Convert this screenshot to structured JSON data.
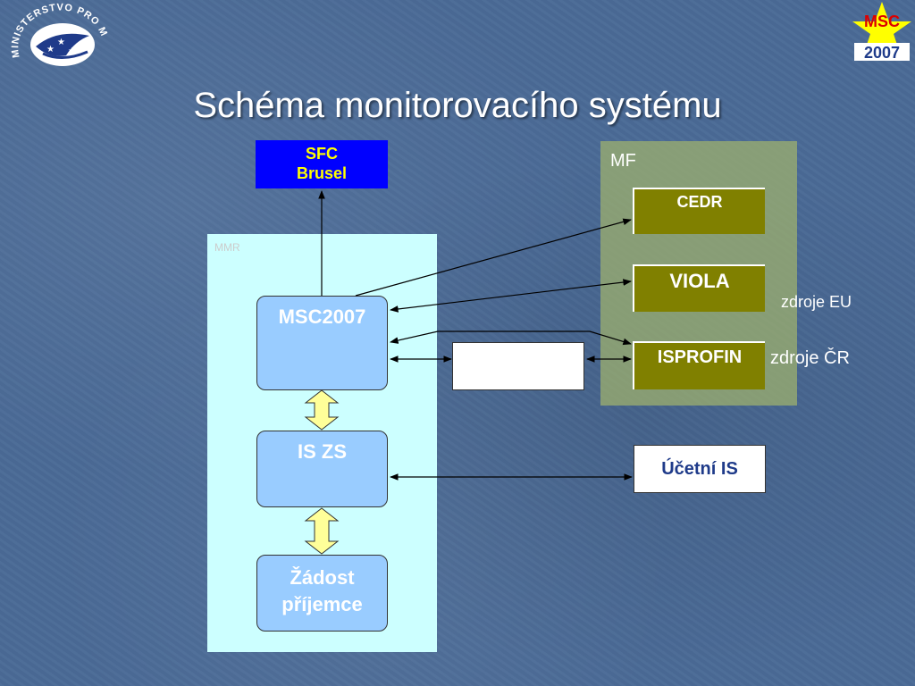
{
  "title": "Schéma monitorovacího systému",
  "logos": {
    "left": "MINISTERSTVO PRO MÍSTNÍ ROZVOJ",
    "right_top": "MSC",
    "right_bottom": "2007"
  },
  "boxes": {
    "sfc_line1": "SFC",
    "sfc_line2": "Brusel",
    "mmr_label": "MMR",
    "mf_label": "MF",
    "cedr": "CEDR",
    "viola": "VIOLA",
    "isprofin": "ISPROFIN",
    "msc2007": "MSC2007",
    "is_zs": "IS ZS",
    "zadost_line1": "Žádost",
    "zadost_line2": "příjemce",
    "ucetni_is": "Účetní IS"
  },
  "notes": {
    "zdroje_eu": "zdroje EU",
    "zdroje_cr": "zdroje ČR"
  },
  "colors": {
    "sfc_fill": "#0000ff",
    "sfc_text": "#ffff00",
    "mmr_fill": "#ccffff",
    "mf_fill": "#9eb06e",
    "mf_box_fill": "#808000",
    "system_box_fill": "#99ccff",
    "arrow_fill": "#ffff99"
  }
}
